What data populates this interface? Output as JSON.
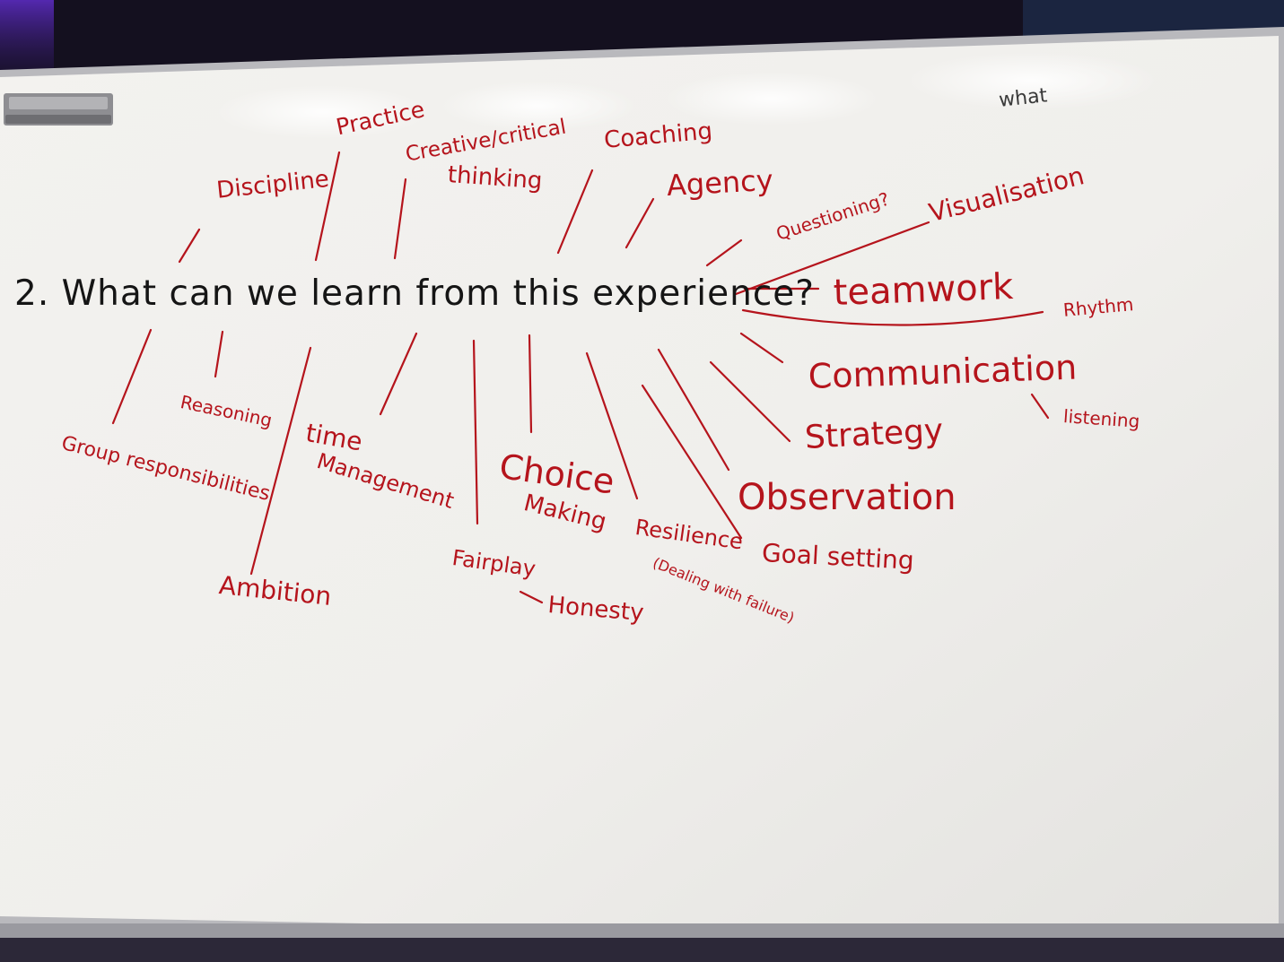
{
  "board": {
    "question": "2. What can we learn from this experience?",
    "corner_note": "what",
    "ideas": {
      "practice": "Practice",
      "discipline": "Discipline",
      "creative_critical": "Creative/critical",
      "thinking": "thinking",
      "coaching": "Coaching",
      "agency": "Agency",
      "questioning": "Questioning?",
      "visualisation": "Visualisation",
      "teamwork": "teamwork",
      "rhythm": "Rhythm",
      "communication": "Communication",
      "listening": "listening",
      "strategy": "Strategy",
      "observation": "Observation",
      "goal_setting": "Goal setting",
      "resilience": "Resilience",
      "dealing_with_failure": "(Dealing with failure)",
      "choice": "Choice",
      "making": "Making",
      "fairplay": "Fairplay",
      "honesty": "Honesty",
      "time": "time",
      "management": "Management",
      "ambition": "Ambition",
      "reasoning": "Reasoning",
      "group_responsibilities": "Group responsibilities"
    }
  },
  "colors": {
    "marker_red": "#b5141c",
    "marker_black": "#151515",
    "board_white": "#f1f0ed",
    "frame_silver": "#b8b8bc",
    "backdrop": "#14101f"
  }
}
